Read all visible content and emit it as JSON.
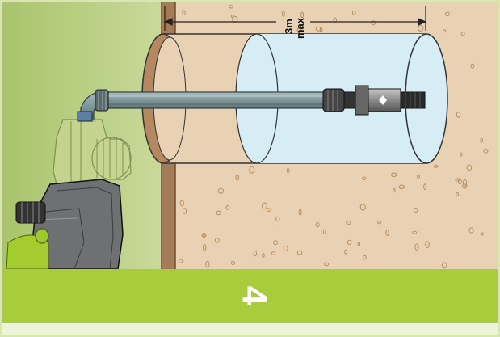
{
  "diagram": {
    "distance_label_line1": "3m",
    "distance_label_line2": "max",
    "step_number": "4"
  },
  "colors": {
    "panel_green": "#b8cc7e",
    "soil": "#e8d2b3",
    "wall": "#a47c58",
    "water": "#d6edf5",
    "footer_green": "#a8cc3c",
    "bottom_strip": "#eef4da"
  }
}
